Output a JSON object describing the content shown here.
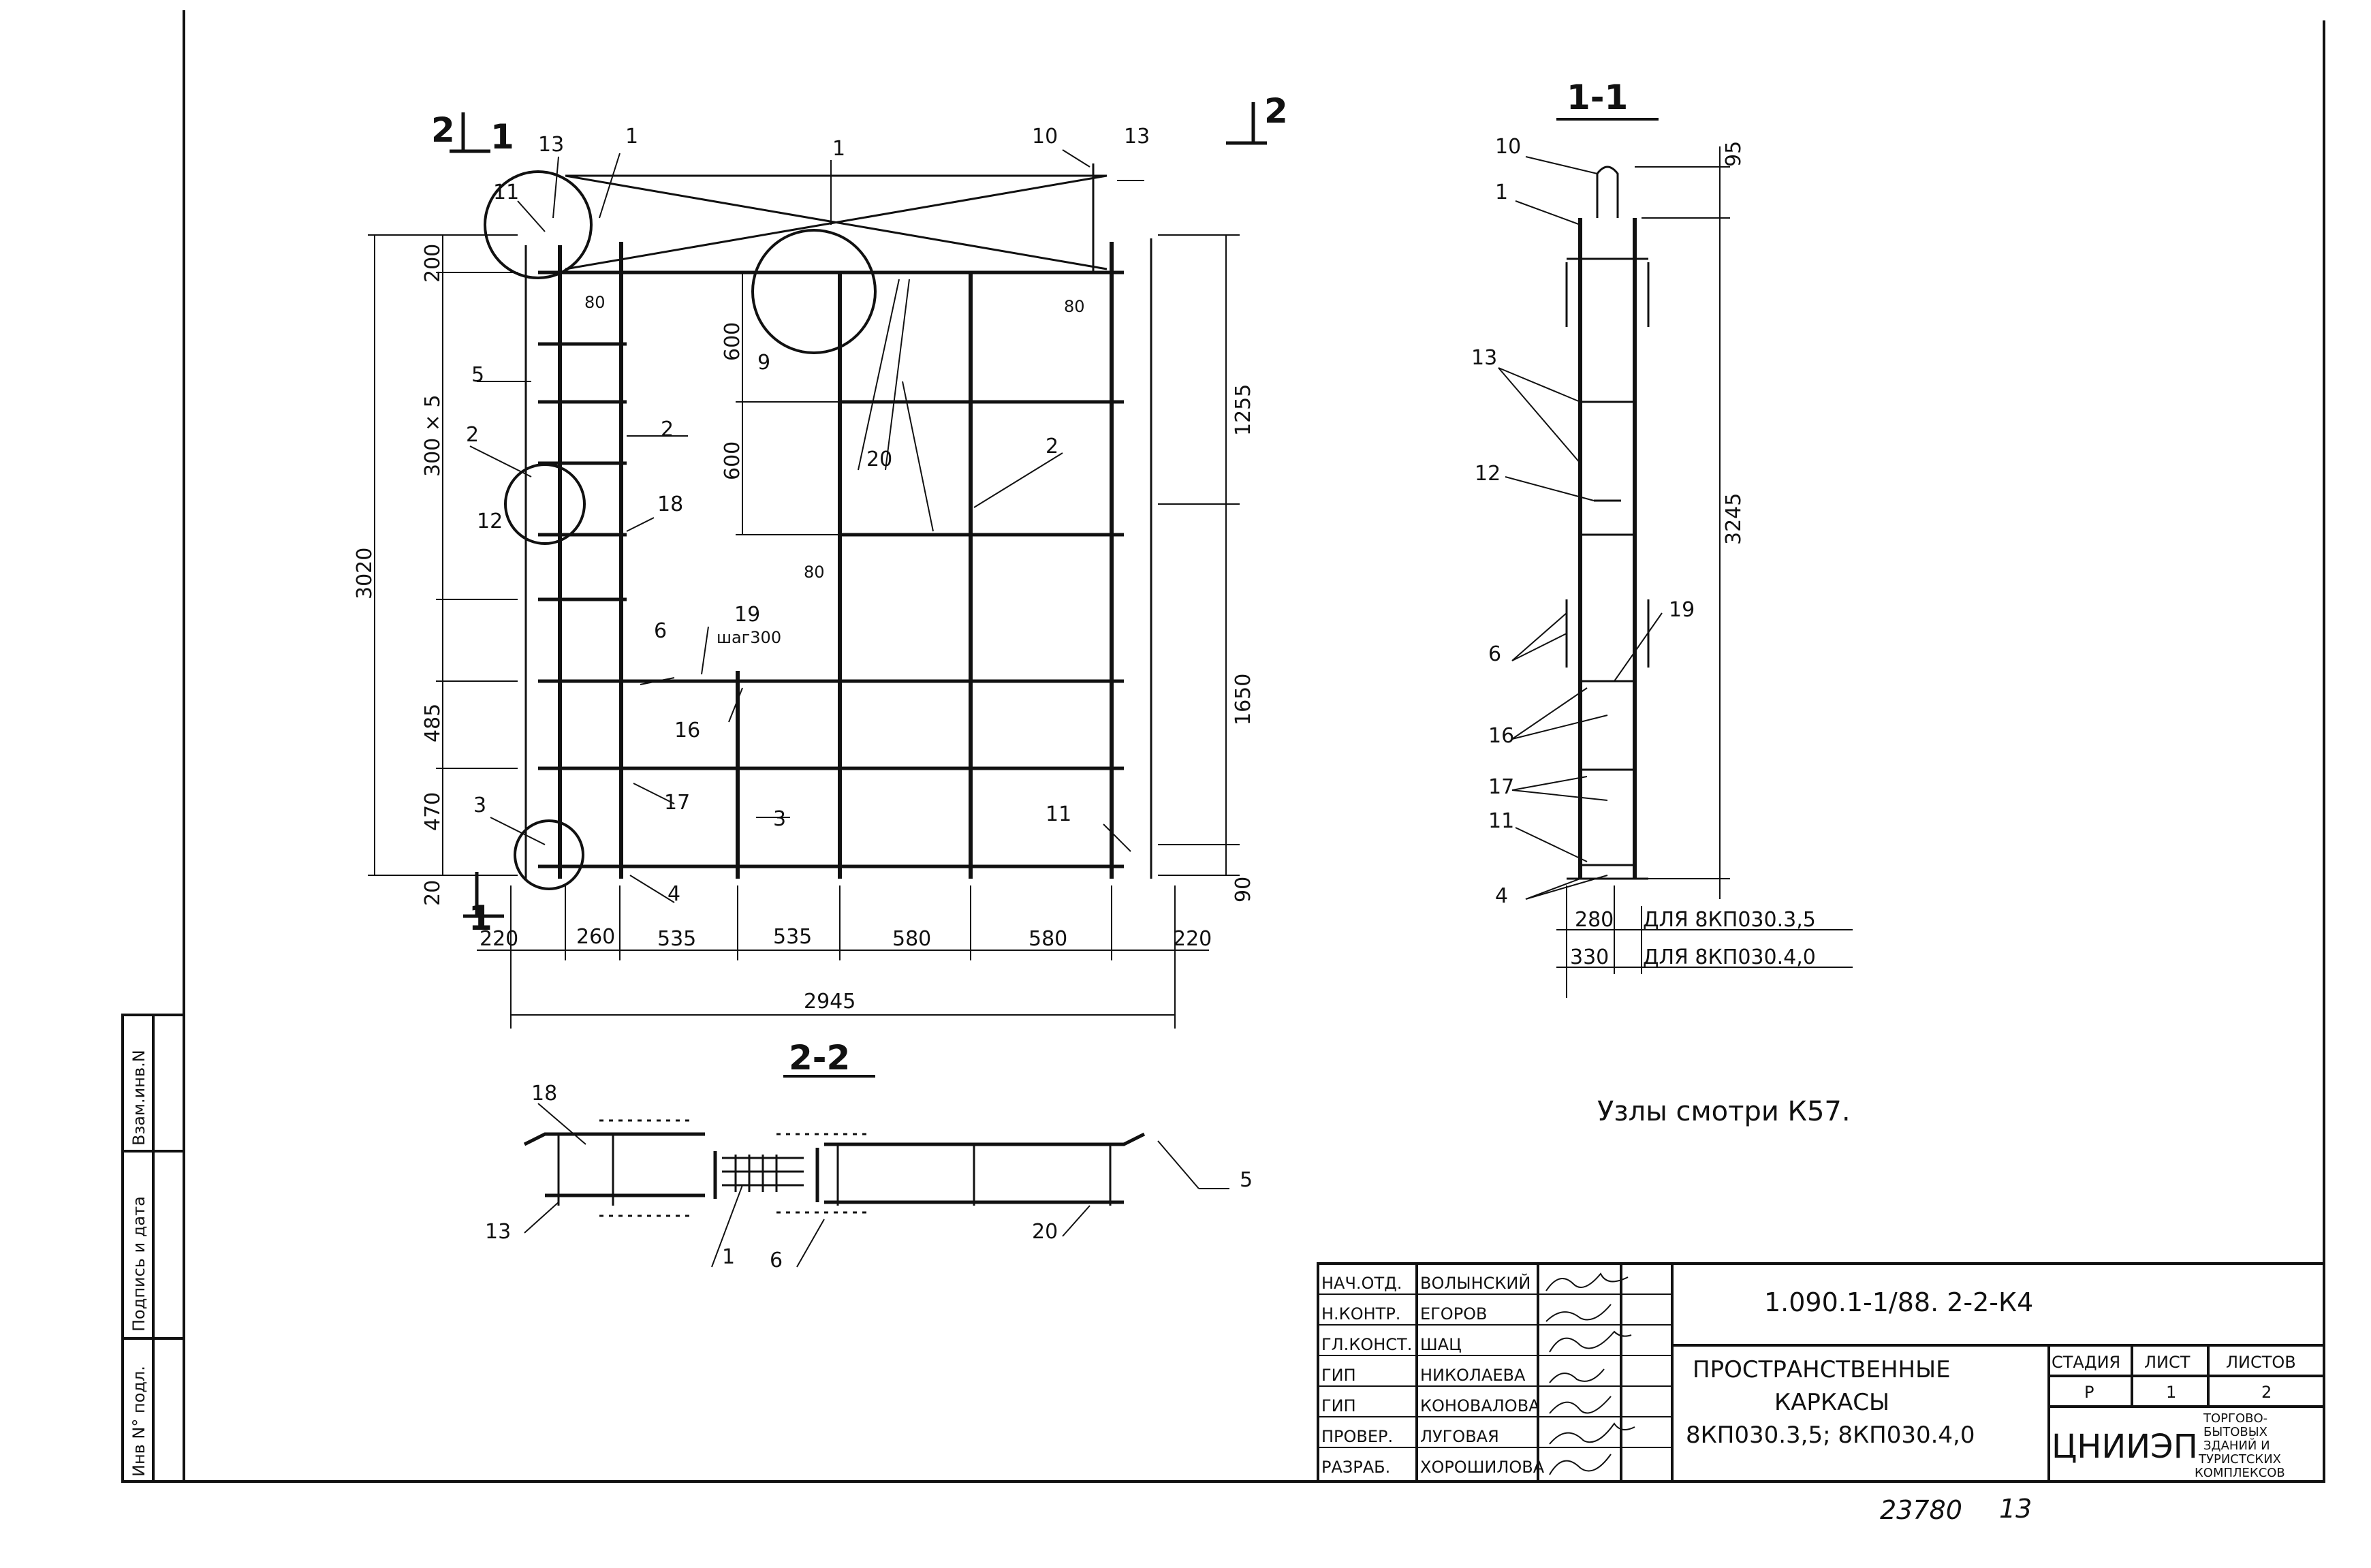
{
  "sections": {
    "s11_title": "1-1",
    "s22_title": "2-2",
    "cut2_left": "2",
    "cut2_right": "2",
    "cut1_top": "1",
    "cut1_bottom": "1"
  },
  "plan": {
    "callouts": {
      "c13a": "13",
      "c1a": "1",
      "c1b": "1",
      "c10": "10",
      "c13b": "13",
      "c11a": "11",
      "c5": "5",
      "c2a": "2",
      "c2b": "2",
      "c2c": "2",
      "c12": "12",
      "c18": "18",
      "c9": "9",
      "c20": "20",
      "c6": "6",
      "c19": "19",
      "c19note": "шаг300",
      "c16": "16",
      "c17": "17",
      "c3a": "3",
      "c3b": "3",
      "c4": "4",
      "c11b": "11"
    },
    "dims": {
      "d200": "200",
      "d300x5": "300 × 5",
      "d3020": "3020",
      "d485": "485",
      "d470": "470",
      "d20": "20",
      "d600a": "600",
      "d600b": "600",
      "d80a": "80",
      "d80b": "80",
      "d80c": "80",
      "d1255": "1255",
      "d1650": "1650",
      "d90": "90",
      "b220a": "220",
      "b260": "260",
      "b535a": "535",
      "b535b": "535",
      "b580a": "580",
      "b580b": "580",
      "b220b": "220",
      "b2945": "2945"
    }
  },
  "section11": {
    "callouts": {
      "c10": "10",
      "c1": "1",
      "c13": "13",
      "c12": "12",
      "c19": "19",
      "c6": "6",
      "c16": "16",
      "c17": "17",
      "c11": "11",
      "c4": "4"
    },
    "dims": {
      "d95": "95",
      "d3245": "3245",
      "d280": "280",
      "d330": "330"
    },
    "notes": {
      "n1": "ДЛЯ 8КП030.3,5",
      "n2": "ДЛЯ 8КП030.4,0"
    }
  },
  "section22": {
    "callouts": {
      "c18": "18",
      "c5": "5",
      "c13": "13",
      "c1": "1",
      "c6": "6",
      "c20": "20"
    }
  },
  "nodes_note": "Узлы смотри К57.",
  "side_stamp": {
    "col1": "Взам.инв.N",
    "col2": "Подпись и дата",
    "col3": "Инв N° подл."
  },
  "title_block": {
    "code": "1.090.1-1/88. 2-2-К4",
    "rows": [
      {
        "role": "НАЧ.ОТД.",
        "name": "ВОЛЫНСКИЙ"
      },
      {
        "role": "Н.КОНТР.",
        "name": "ЕГОРОВ"
      },
      {
        "role": "ГЛ.КОНСТ.",
        "name": "ШАЦ"
      },
      {
        "role": "ГИП",
        "name": "НИКОЛАЕВА"
      },
      {
        "role": "ГИП",
        "name": "КОНОВАЛОВА"
      },
      {
        "role": "ПРОВЕР.",
        "name": "ЛУГОВАЯ"
      },
      {
        "role": "РАЗРАБ.",
        "name": "ХОРОШИЛОВА"
      }
    ],
    "title_l1": "ПРОСТРАНСТВЕННЫЕ",
    "title_l2": "КАРКАСЫ",
    "title_l3": "8КП030.3,5; 8КП030.4,0",
    "stage_h": "СТАДИЯ",
    "sheet_h": "ЛИСТ",
    "sheets_h": "ЛИСТОВ",
    "stage": "Р",
    "sheet": "1",
    "sheets": "2",
    "org": "ЦНИИЭП",
    "org_sub1": "ТОРГОВО-",
    "org_sub2": "БЫТОВЫХ",
    "org_sub3": "ЗДАНИЙ И",
    "org_sub4": "ТУРИСТСКИХ",
    "org_sub5": "КОМПЛЕКСОВ"
  },
  "footer": {
    "doc_no": "23780",
    "page_no": "13"
  }
}
